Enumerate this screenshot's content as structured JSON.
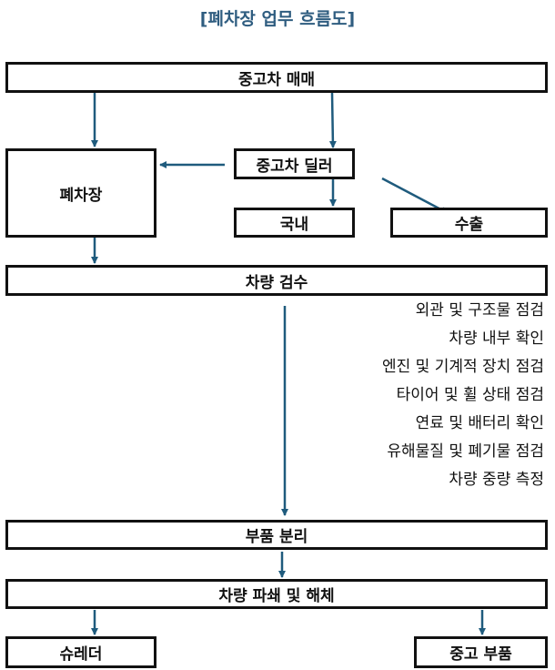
{
  "title": "[폐차장 업무 흐름도]",
  "boxes": {
    "used_car_trade": "중고차 매매",
    "scrapyard": "폐차장",
    "used_car_dealer": "중고차 딜러",
    "domestic": "국내",
    "export": "수출",
    "vehicle_inspection": "차량 검수",
    "parts_separation": "부품 분리",
    "crush_dismantle": "차량 파쇄 및 해체",
    "shredder": "슈레더",
    "used_parts": "중고 부품"
  },
  "inspection_items": [
    "외관 및 구조물 점검",
    "차량 내부 확인",
    "엔진 및 기계적 장치 점검",
    "타이어 및 휠 상태 점검",
    "연료 및 배터리 확인",
    "유해물질 및 폐기물 점검",
    "차량 중량 측정"
  ],
  "colors": {
    "arrow": "#1f5b7d",
    "title": "#2f5d80",
    "border": "#111111"
  }
}
